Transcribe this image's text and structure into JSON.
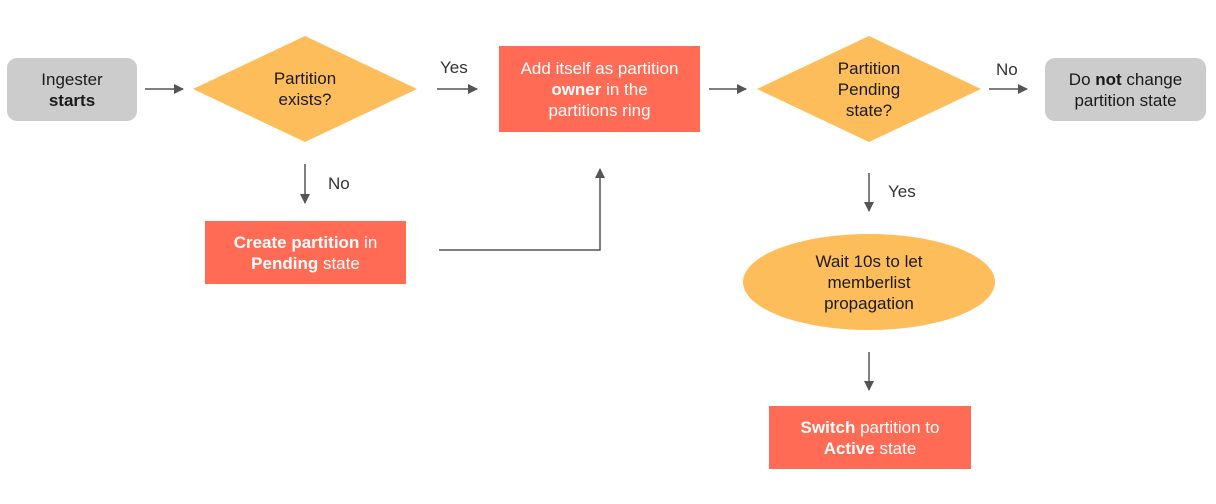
{
  "colors": {
    "gray_node": "#cccccc",
    "decision": "#fdbd5a",
    "process": "#ff6b55",
    "arrow": "#555555"
  },
  "nodes": {
    "start": {
      "line1": "Ingester",
      "line2_bold": "starts"
    },
    "partition_exists": {
      "line1": "Partition",
      "line2": "exists?"
    },
    "add_owner": {
      "line1": "Add itself as partition",
      "line2_bold": "owner",
      "line2_rest": " in the",
      "line3": "partitions ring"
    },
    "pending_check": {
      "line1": "Partition",
      "line2": "Pending",
      "line3": "state?"
    },
    "no_change": {
      "line1_pre": "Do ",
      "line1_bold": "not",
      "line1_post": " change",
      "line2": "partition state"
    },
    "create_partition": {
      "line1_bold": "Create partition",
      "line1_rest": " in",
      "line2_bold": "Pending",
      "line2_rest": " state"
    },
    "wait": {
      "line1": "Wait 10s to let",
      "line2": "memberlist",
      "line3": "propagation"
    },
    "switch": {
      "line1_bold": "Switch",
      "line1_rest": " partition to",
      "line2_bold": "Active",
      "line2_rest": " state"
    }
  },
  "edge_labels": {
    "exists_yes": "Yes",
    "exists_no": "No",
    "pending_no": "No",
    "pending_yes": "Yes"
  }
}
